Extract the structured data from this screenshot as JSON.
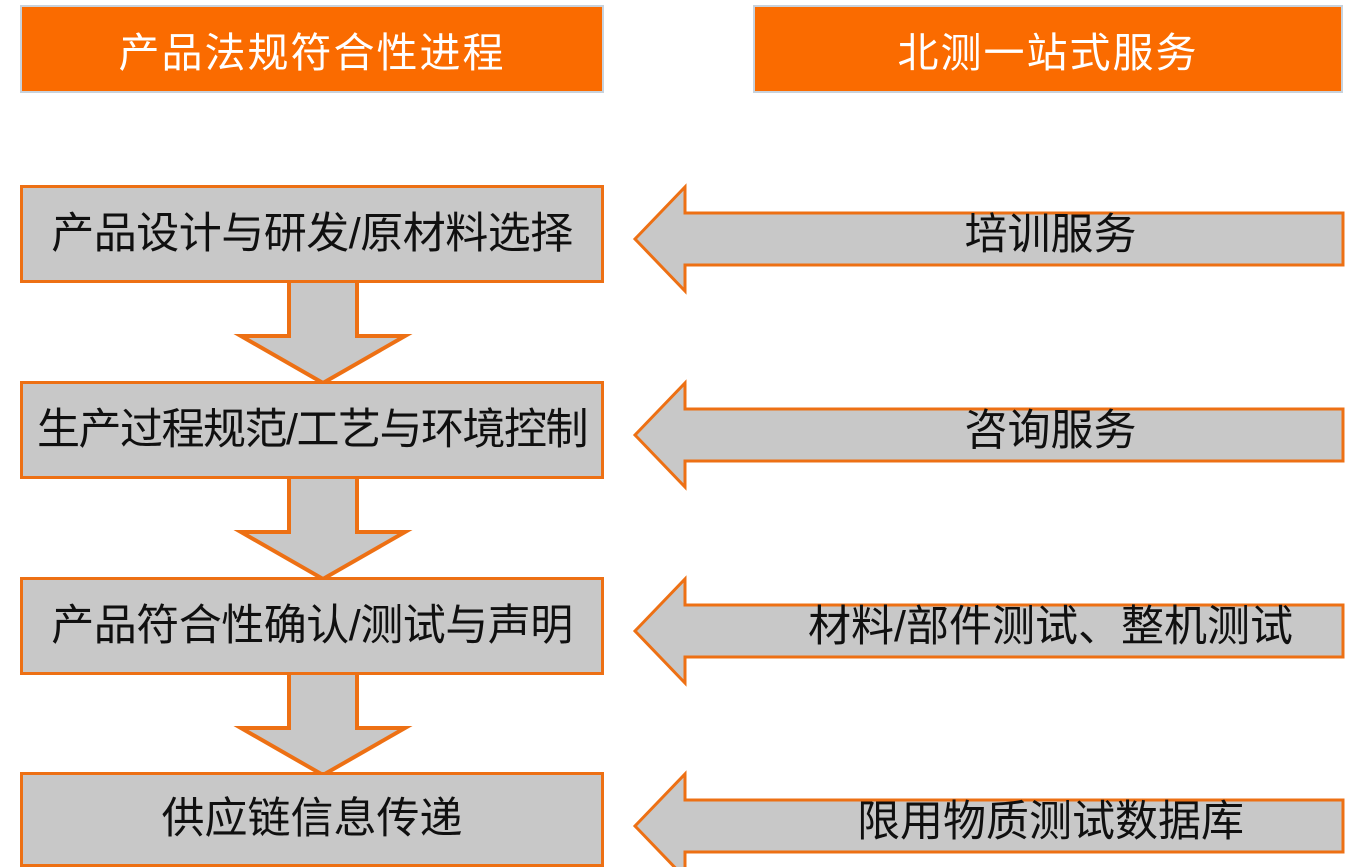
{
  "colors": {
    "orange_fill": "#FA6B00",
    "orange_stroke": "#ED7014",
    "gray_fill": "#C8C8C8",
    "banner_border": "#C8D2DC",
    "text_dark": "#101010",
    "text_light": "#FFFFFF"
  },
  "headers": {
    "left": "产品法规符合性进程",
    "right": "北测一站式服务"
  },
  "process_steps": [
    {
      "label": "产品设计与研发/原材料选择"
    },
    {
      "label": "生产过程规范/工艺与环境控制"
    },
    {
      "label": "产品符合性确认/测试与声明"
    },
    {
      "label": "供应链信息传递"
    }
  ],
  "services": [
    {
      "label": "培训服务"
    },
    {
      "label": "咨询服务"
    },
    {
      "label": "材料/部件测试、整机测试"
    },
    {
      "label": "限用物质测试数据库"
    }
  ],
  "connectors": {
    "down_arrow_count": 3,
    "down_arrow_direction": "down",
    "service_arrow_direction": "left"
  }
}
